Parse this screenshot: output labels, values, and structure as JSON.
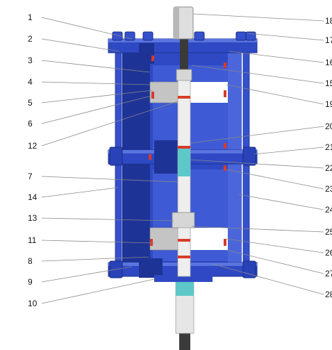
{
  "diagram": {
    "left_labels": [
      "1",
      "2",
      "3",
      "4",
      "5",
      "6",
      "12",
      "7",
      "14",
      "13",
      "11",
      "8",
      "9",
      "10"
    ],
    "right_labels": [
      "18",
      "17",
      "16",
      "15",
      "19",
      "20",
      "21",
      "22",
      "23",
      "24",
      "25",
      "26",
      "27",
      "28"
    ]
  },
  "colors": {
    "cylinder_blue": "#2f49c4",
    "cylinder_dark": "#1e3396",
    "cylinder_light": "#5a74e0",
    "piston_grey": "#c4c4c4",
    "rod_white": "#e8e8e8",
    "rod_teal": "#5ec8c8",
    "seal_red": "#d93a2a",
    "leader_grey": "#888888"
  }
}
